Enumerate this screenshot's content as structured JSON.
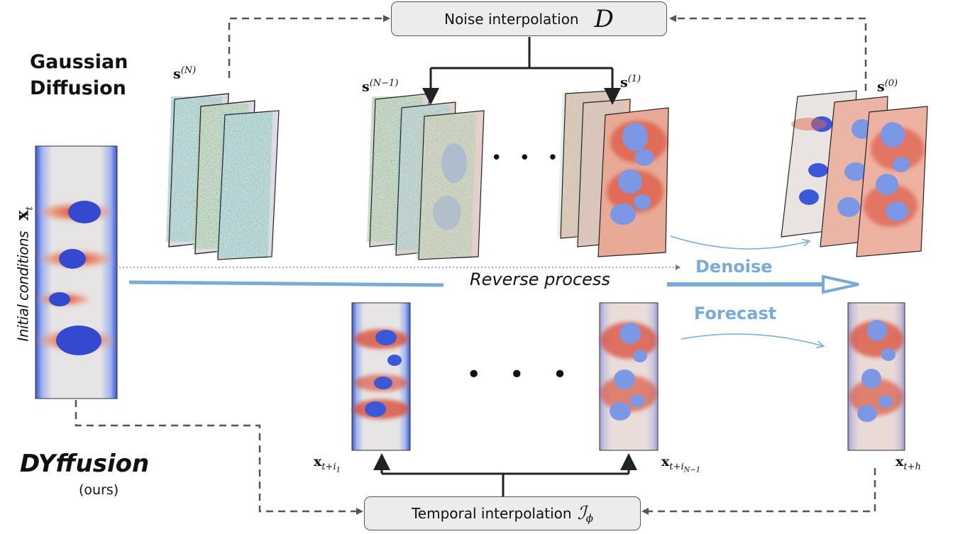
{
  "labels": {
    "gaussian_1": "Gaussian",
    "gaussian_2": "Diffusion",
    "dyffusion": "DYffusion",
    "ours": "(ours)",
    "initial_conditions": "Initial conditions",
    "reverse_process": "Reverse process",
    "denoise": "Denoise",
    "forecast": "Forecast",
    "dots": "• • •"
  },
  "boxes": {
    "noise_text": "Noise interpolation",
    "noise_symbol": "D",
    "temporal_text": "Temporal interpolation",
    "temporal_symbol": "ℐ",
    "temporal_sub": "ϕ"
  },
  "math": {
    "x": "x",
    "s": "s",
    "sub_t": "t",
    "sub_t_i1": "t+i",
    "sub_i1": "1",
    "sub_t_iN": "t+i",
    "sub_iN": "N−1",
    "sub_t_h": "t+h",
    "sup_N": "(N)",
    "sup_N1": "(N−1)",
    "sup_1": "(1)",
    "sup_0": "(0)"
  },
  "colors": {
    "accent": "#7aaad6",
    "arrow_dark": "#222222",
    "dashed": "#555555",
    "field_red": "#d8442f",
    "field_blue": "#3d5fd8",
    "field_bg": "#eae6e4"
  }
}
